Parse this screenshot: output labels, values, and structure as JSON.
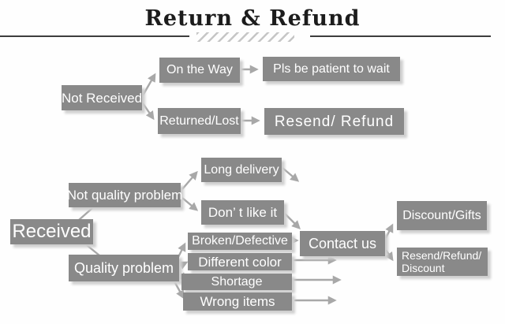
{
  "title": "Return & Refund",
  "colors": {
    "box": "#898989",
    "arrow": "#a8a8a8",
    "text": "#ffffff",
    "title": "#1c1c1c"
  },
  "nodes": {
    "not_received": "Not Received",
    "on_the_way": "On the Way",
    "pls_wait": "Pls be patient to wait",
    "returned_lost": "Returned/Lost",
    "resend_refund": "Resend/ Refund",
    "received": "Received",
    "not_quality_problem": "Not quality problem",
    "quality_problem": "Quality problem",
    "long_delivery": "Long delivery",
    "dont_like_it": "Don’ t like it",
    "broken_defective": "Broken/Defective",
    "different_color": "Different color",
    "shortage": "Shortage",
    "wrong_items": "Wrong items",
    "contact_us": "Contact us",
    "discount_gifts": "Discount/Gifts",
    "resend_refund_discount_line1": "Resend/Refund/",
    "resend_refund_discount_line2": "Discount"
  }
}
